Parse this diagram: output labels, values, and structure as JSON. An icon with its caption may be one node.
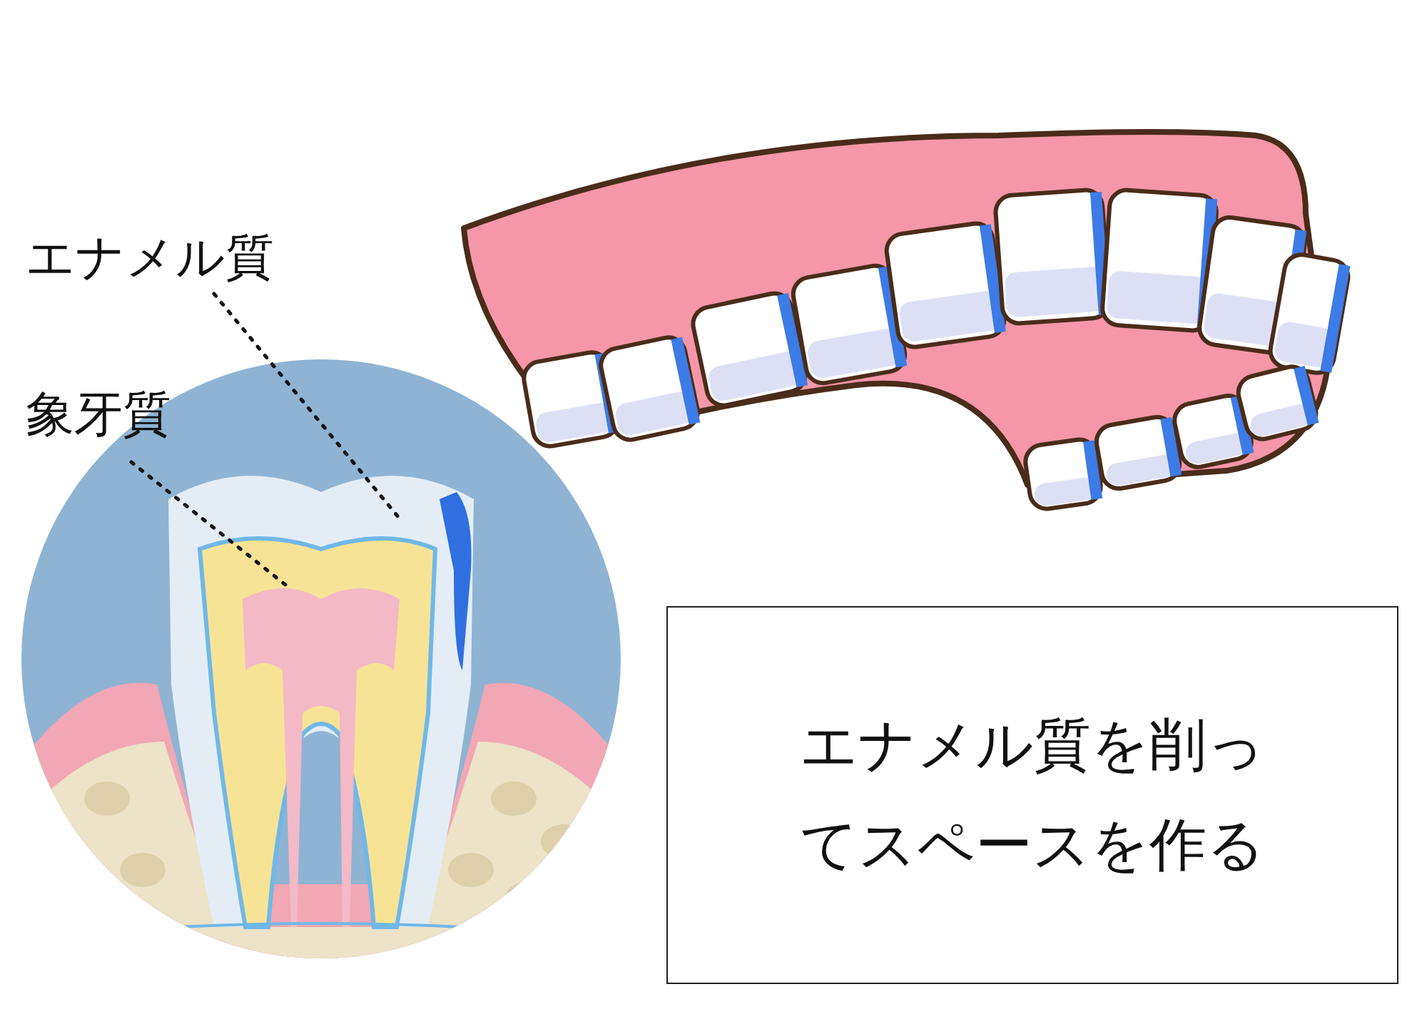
{
  "diagram": {
    "nodes": [
      {
        "text": [
          "エナメル質"
        ]
      },
      {
        "text": [
          "象牙質"
        ]
      },
      {
        "text": [
          "エナメル質を削ってスペースを作る"
        ]
      }
    ],
    "edges": [
      {
        "from": 0,
        "to": null,
        "arrow": "none",
        "style": "dashed"
      },
      {
        "from": 1,
        "to": null,
        "arrow": "none",
        "style": "dashed"
      }
    ]
  }
}
